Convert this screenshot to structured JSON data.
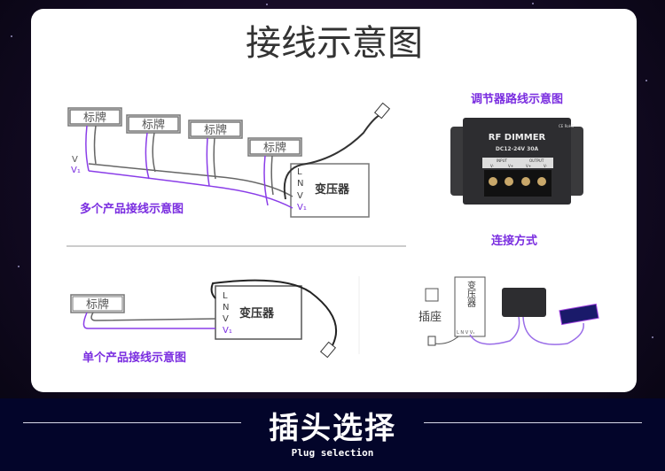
{
  "main_title": "接线示意图",
  "multi": {
    "caption": "多个产品接线示意图",
    "sign_label": "标牌",
    "transformer": "变压器",
    "terminals": [
      "L",
      "N",
      "V",
      "V₁"
    ],
    "wire_labels": [
      "V",
      "V₁"
    ]
  },
  "single": {
    "caption": "单个产品接线示意图",
    "sign_label": "标牌",
    "transformer": "变压器",
    "terminals": [
      "L",
      "N",
      "V",
      "V₁"
    ]
  },
  "dimmer": {
    "title": "调节器路线示意图",
    "name": "RF DIMMER",
    "spec": "DC12-24V 30A",
    "cert": "CE RoHS",
    "input": "INPUT",
    "output": "OUTPUT",
    "ports": [
      "V-",
      "V+",
      "V+",
      "V-"
    ]
  },
  "connection": {
    "title": "连接方式",
    "socket": "插座",
    "transformer": "变压器",
    "terminals": "L N V V₁"
  },
  "footer": {
    "title": "插头选择",
    "subtitle": "Plug selection"
  },
  "colors": {
    "accent": "#7a2de0",
    "wire": "#555555",
    "band": "#03052a"
  }
}
